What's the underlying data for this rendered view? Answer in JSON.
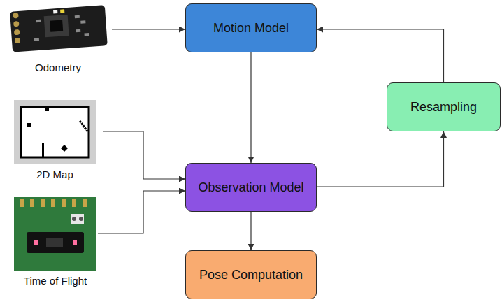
{
  "diagram": {
    "nodes": [
      {
        "text": [
          "Odometry"
        ]
      },
      {
        "text": [
          "Motion Model"
        ]
      },
      {
        "text": [
          "Resampling"
        ]
      },
      {
        "text": [
          "2D Map"
        ]
      },
      {
        "text": [
          "Observation Model"
        ]
      },
      {
        "text": [
          "Time of Flight"
        ]
      },
      {
        "text": [
          "Pose Computation"
        ]
      }
    ],
    "edges": [
      {
        "from": 0,
        "to": 1,
        "arrow": "to"
      },
      {
        "from": 1,
        "to": 4,
        "arrow": "to"
      },
      {
        "from": 3,
        "to": 4,
        "arrow": "to"
      },
      {
        "from": 5,
        "to": 4,
        "arrow": "to"
      },
      {
        "from": 4,
        "to": 6,
        "arrow": "to"
      },
      {
        "from": 4,
        "to": 2,
        "arrow": "to"
      },
      {
        "from": 2,
        "to": 1,
        "arrow": "to"
      }
    ]
  }
}
